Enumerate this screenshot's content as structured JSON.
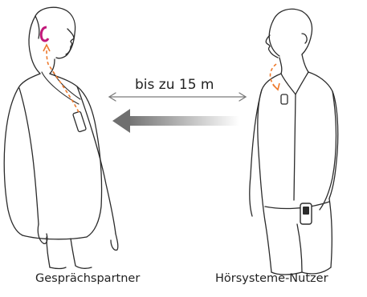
{
  "labels": {
    "distance": "bis zu 15 m",
    "left_person": "Gesprächspartner",
    "right_person": "Hörsysteme-Nutzer"
  },
  "colors": {
    "line": "#2b2b2b",
    "arrow_gray": "#7b7b7b",
    "signal_orange": "#ee7a2d",
    "hearing_aid_magenta": "#c2187a"
  }
}
